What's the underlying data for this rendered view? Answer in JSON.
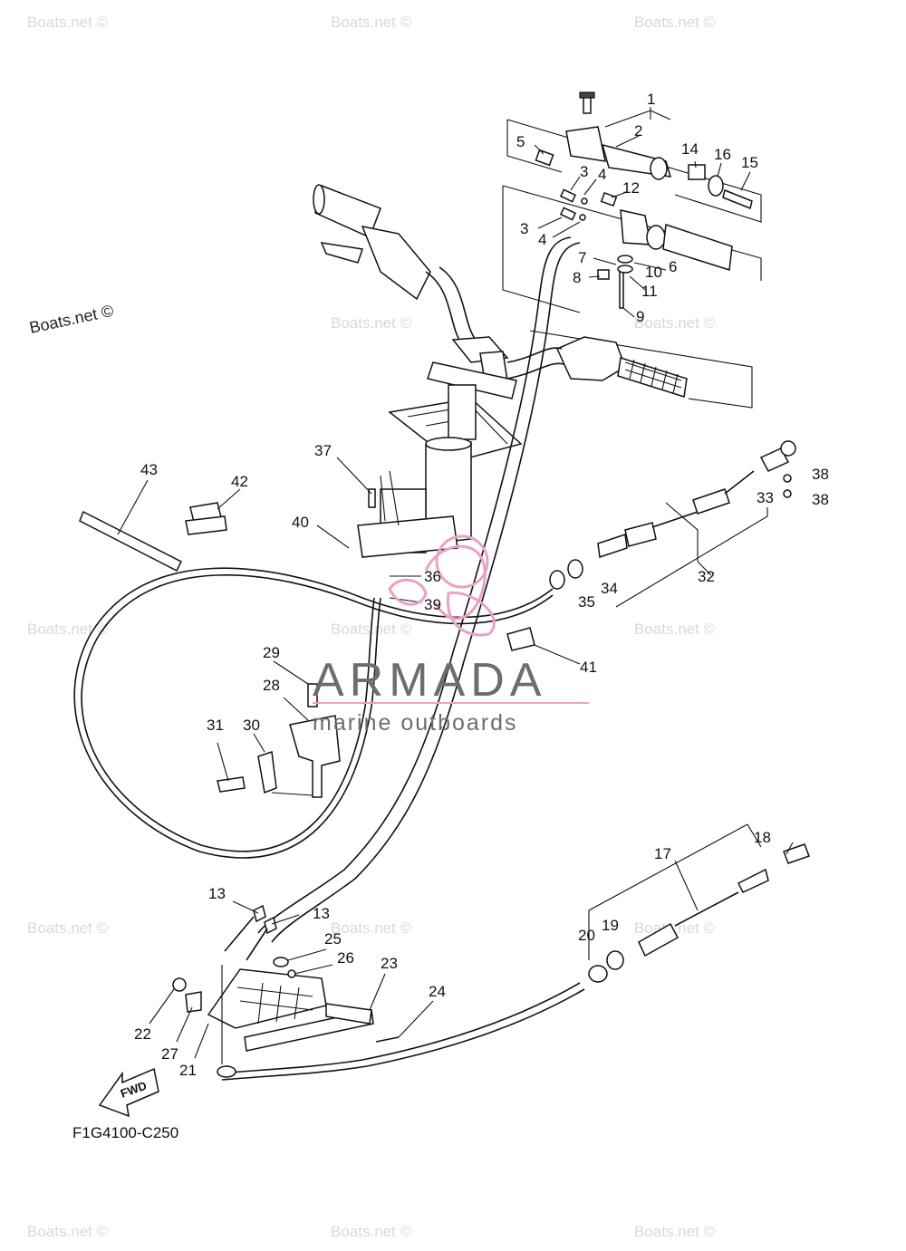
{
  "diagram_code": "F1G4100-C250",
  "fwd_label": "FWD",
  "logo": {
    "title": "ARMADA",
    "subtitle": "marine outboards",
    "accent_color": "#e8a3c4"
  },
  "watermark_text": "Boats.net ©",
  "watermark_main": "Boats.net ©",
  "part_numbers": [
    "1",
    "2",
    "3",
    "4",
    "5",
    "6",
    "7",
    "8",
    "9",
    "10",
    "11",
    "12",
    "13",
    "14",
    "15",
    "16",
    "17",
    "18",
    "19",
    "20",
    "21",
    "22",
    "23",
    "24",
    "25",
    "26",
    "27",
    "28",
    "29",
    "30",
    "31",
    "32",
    "33",
    "34",
    "35",
    "36",
    "37",
    "38",
    "39",
    "40",
    "41",
    "42",
    "43"
  ],
  "labels": {
    "n1": "1",
    "n2": "2",
    "n3a": "3",
    "n3b": "3",
    "n4a": "4",
    "n4b": "4",
    "n5": "5",
    "n6": "6",
    "n7": "7",
    "n8": "8",
    "n9": "9",
    "n10": "10",
    "n11": "11",
    "n12": "12",
    "n13a": "13",
    "n13b": "13",
    "n14": "14",
    "n15": "15",
    "n16": "16",
    "n17": "17",
    "n18": "18",
    "n19": "19",
    "n20": "20",
    "n21": "21",
    "n22": "22",
    "n23": "23",
    "n24": "24",
    "n25": "25",
    "n26": "26",
    "n27": "27",
    "n28": "28",
    "n29": "29",
    "n30": "30",
    "n31": "31",
    "n32": "32",
    "n33": "33",
    "n34": "34",
    "n35": "35",
    "n36": "36",
    "n37": "37",
    "n38a": "38",
    "n38b": "38",
    "n39": "39",
    "n40": "40",
    "n41": "41",
    "n42": "42",
    "n43": "43"
  }
}
